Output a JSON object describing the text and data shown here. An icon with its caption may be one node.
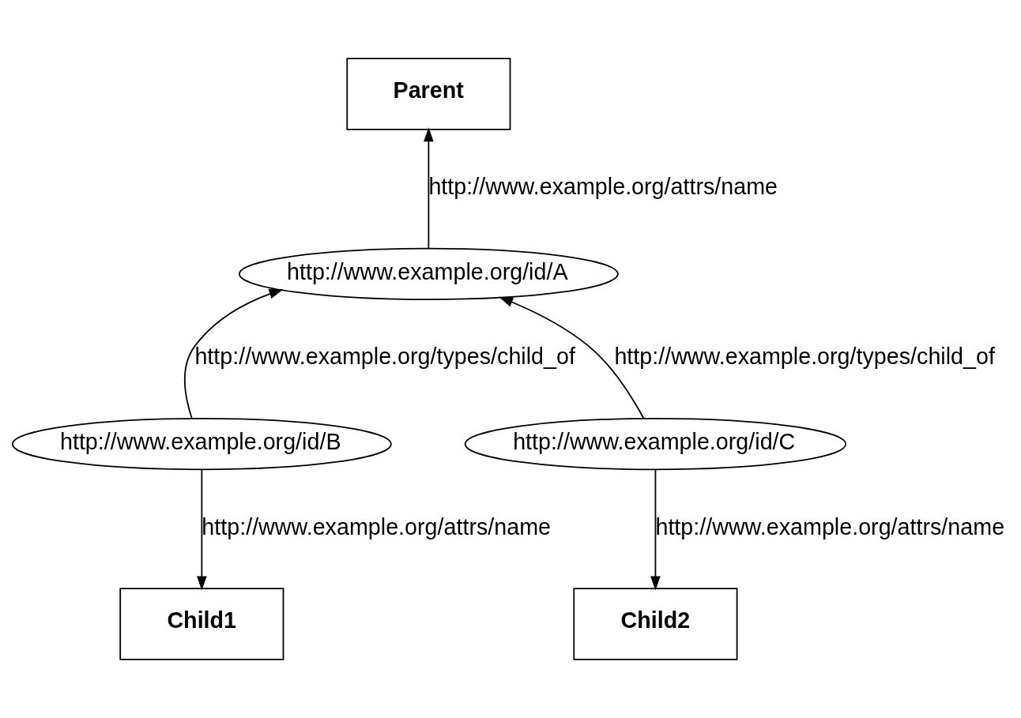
{
  "diagram": {
    "nodes": [
      {
        "text": [
          "Parent"
        ]
      },
      {
        "text": [
          "http://www.example.org/id/A"
        ]
      },
      {
        "text": [
          "http://www.example.org/id/B"
        ]
      },
      {
        "text": [
          "http://www.example.org/id/C"
        ]
      },
      {
        "text": [
          "Child1"
        ]
      },
      {
        "text": [
          "Child2"
        ]
      }
    ],
    "edges": [
      {
        "from": 1,
        "to": 0,
        "arrow": "to",
        "label": "http://www.example.org/attrs/name"
      },
      {
        "from": 2,
        "to": 1,
        "arrow": "to",
        "label": "http://www.example.org/types/child_of"
      },
      {
        "from": 3,
        "to": 1,
        "arrow": "to",
        "label": "http://www.example.org/types/child_of"
      },
      {
        "from": 2,
        "to": 4,
        "arrow": "to",
        "label": "http://www.example.org/attrs/name"
      },
      {
        "from": 3,
        "to": 5,
        "arrow": "to",
        "label": "http://www.example.org/attrs/name"
      }
    ]
  }
}
